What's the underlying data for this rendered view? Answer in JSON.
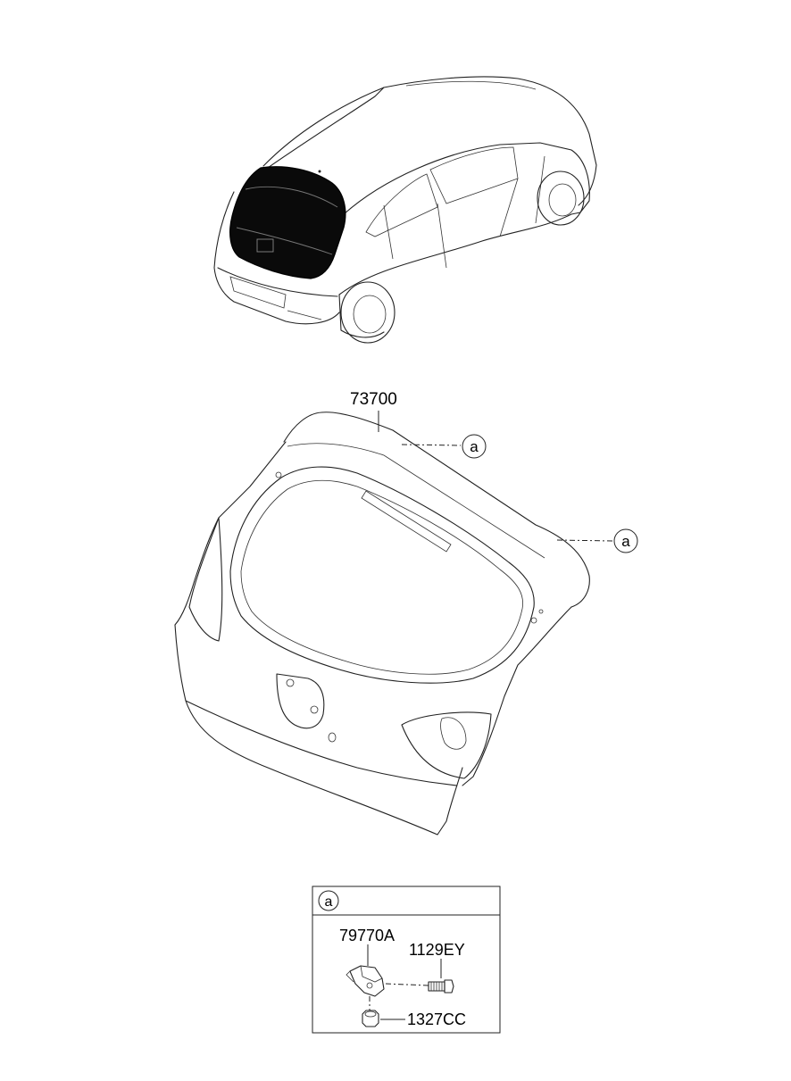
{
  "parts": {
    "tailgate": "73700",
    "bracket": "79770A",
    "bolt": "1129EY",
    "nut": "1327CC"
  },
  "callouts": {
    "ref_a": "a",
    "detail_title": "a"
  }
}
